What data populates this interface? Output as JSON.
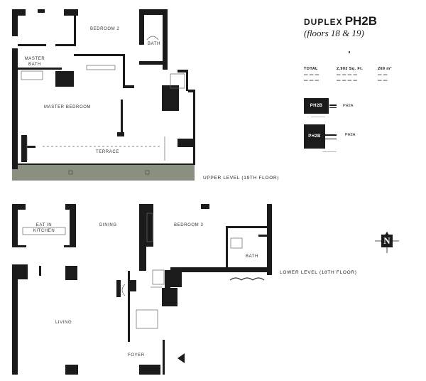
{
  "header": {
    "prefix": "DUPLEX",
    "unit": "PH2B",
    "subtitle": "(floors 18 & 19)"
  },
  "area_table": {
    "total_label": "TOTAL",
    "total_sqft": "2,903 Sq. Ft.",
    "total_sqm": "269 m²"
  },
  "key_plan": [
    {
      "box": "PH2B",
      "label": "PH2A"
    },
    {
      "box": "PH2B",
      "label": "PH2A"
    }
  ],
  "compass": {
    "letter": "N"
  },
  "upper_level": {
    "label": "UPPER LEVEL (19TH FLOOR)",
    "rooms": {
      "bedroom2": {
        "name": "BEDROOM 2"
      },
      "bath": {
        "name": "BATH"
      },
      "master_bath": {
        "name": "MASTER BATH"
      },
      "master_bedroom": {
        "name": "MASTER BEDROOM"
      },
      "terrace": {
        "name": "TERRACE"
      }
    }
  },
  "lower_level": {
    "label": "LOWER LEVEL (18TH FLOOR)",
    "rooms": {
      "eat_in_kitchen": {
        "name": "EAT IN KITCHEN"
      },
      "dining": {
        "name": "DINING"
      },
      "bedroom3": {
        "name": "BEDROOM 3"
      },
      "bath": {
        "name": "BATH"
      },
      "living": {
        "name": "LIVING"
      },
      "foyer": {
        "name": "FOYER"
      }
    }
  },
  "colors": {
    "wall": "#1b1b1b",
    "terrace_band": "#8a9080"
  }
}
